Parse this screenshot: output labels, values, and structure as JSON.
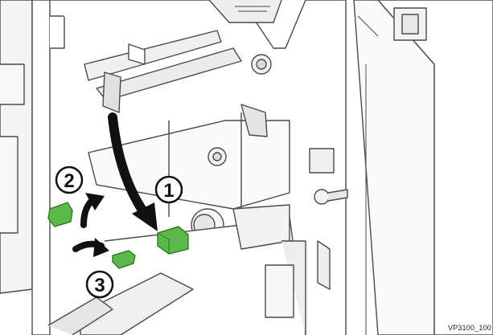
{
  "callouts": [
    {
      "label": "1"
    },
    {
      "label": "2"
    },
    {
      "label": "3"
    }
  ],
  "caption": "VP3100_100",
  "colors": {
    "line": "#4a4a4a",
    "paper": "#ffffff",
    "shade": "#d9d9d9",
    "lever": "#5bb94a",
    "lever_dark": "#3a8a2e",
    "arrow": "#111111"
  }
}
